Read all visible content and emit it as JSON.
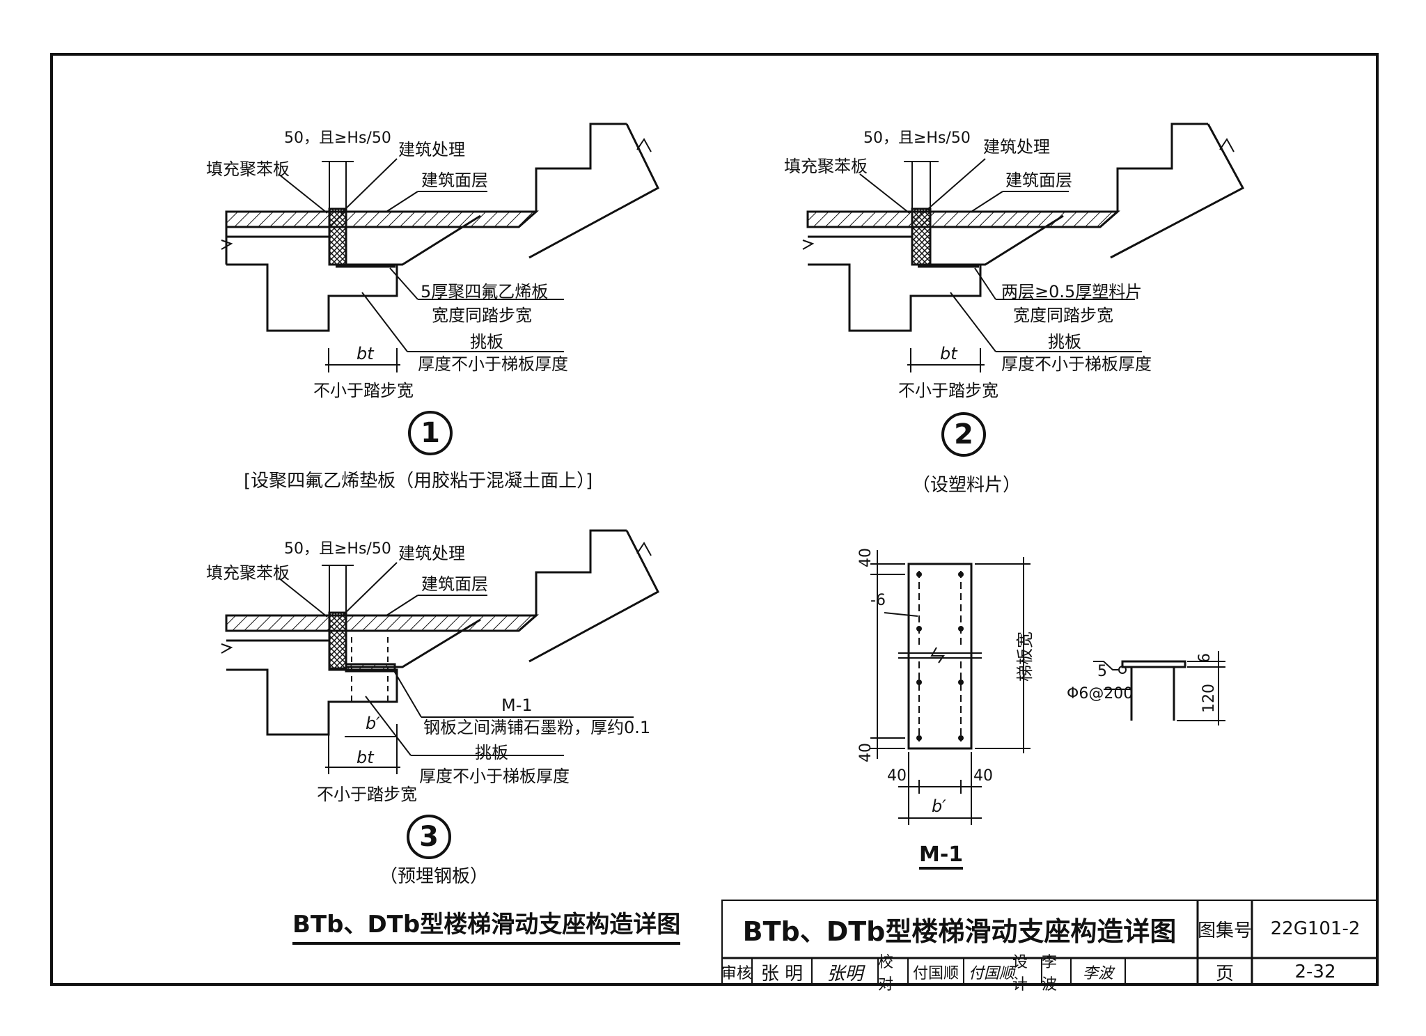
{
  "labels": {
    "gap": "50，且≥Hs/50",
    "arch_treat": "建筑处理",
    "fill": "填充聚苯板",
    "surface": "建筑面层",
    "ptfe": "5厚聚四氟乙烯板",
    "same_width": "宽度同踏步宽",
    "tiaoban": "挑板",
    "thickness": "厚度不小于梯板厚度",
    "bt": "bt",
    "bprime": "b′",
    "not_less": "不小于踏步宽",
    "plastic": "两层≥0.5厚塑料片",
    "m1": "M-1",
    "graphite": "钢板之间满铺石墨粉，厚约0.1"
  },
  "details": [
    {
      "num": "1",
      "caption": "[设聚四氟乙烯垫板（用胶粘于混凝土面上）]"
    },
    {
      "num": "2",
      "caption": "（设塑料片）"
    },
    {
      "num": "3",
      "caption": "（预埋钢板）"
    }
  ],
  "plate": {
    "dim40_top": "40",
    "dim40_bottom": "40",
    "dim40_left": "40",
    "dim40_right": "40",
    "minus6": "-6",
    "width_label": "梯板宽",
    "bprime": "b′",
    "weld": "5",
    "bar": "Φ6@200",
    "dim6": "6",
    "dim120": "120",
    "name": "M-1"
  },
  "main_title": "BTb、DTb型楼梯滑动支座构造详图",
  "title_block": {
    "title": "BTb、DTb型楼梯滑动支座构造详图",
    "atlas_label": "图集号",
    "atlas_no": "22G101-2",
    "review": "审核",
    "reviewer": "张 明",
    "reviewer_sign": "张明",
    "check": "校对",
    "checker": "付国顺",
    "checker_sign": "付国顺",
    "design": "设计",
    "designer": "李 波",
    "designer_sign": "李波",
    "page_label": "页",
    "page_no": "2-32"
  }
}
